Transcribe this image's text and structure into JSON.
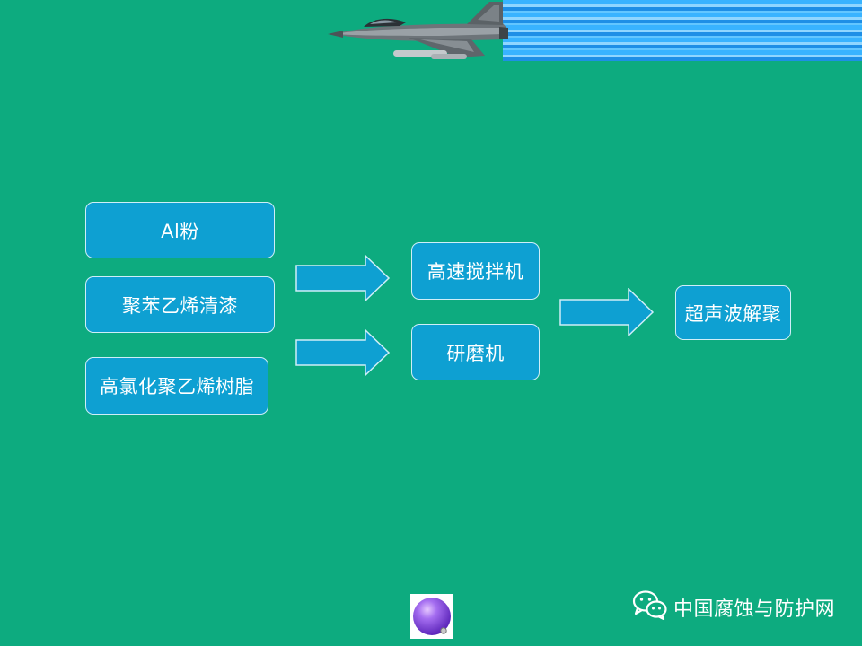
{
  "diagram": {
    "inputs": [
      {
        "label": "Al粉"
      },
      {
        "label": "聚苯乙烯清漆"
      },
      {
        "label": "高氯化聚乙烯树脂"
      }
    ],
    "processes": [
      {
        "label": "高速搅拌机"
      },
      {
        "label": "研磨机"
      }
    ],
    "output": {
      "label": "超声波解聚"
    }
  },
  "footer": {
    "watermark_text": "中国腐蚀与防护网",
    "watermark_icon": "wechat-icon"
  },
  "decor": {
    "banner_icon": "fighter-jet-icon",
    "orb_icon": "sphere-icon"
  },
  "colors": {
    "background": "#0dab7f",
    "box_fill": "#0ea0d2",
    "arrow_fill": "#0ea0d2",
    "stripe_blue": "#38b3ff"
  }
}
